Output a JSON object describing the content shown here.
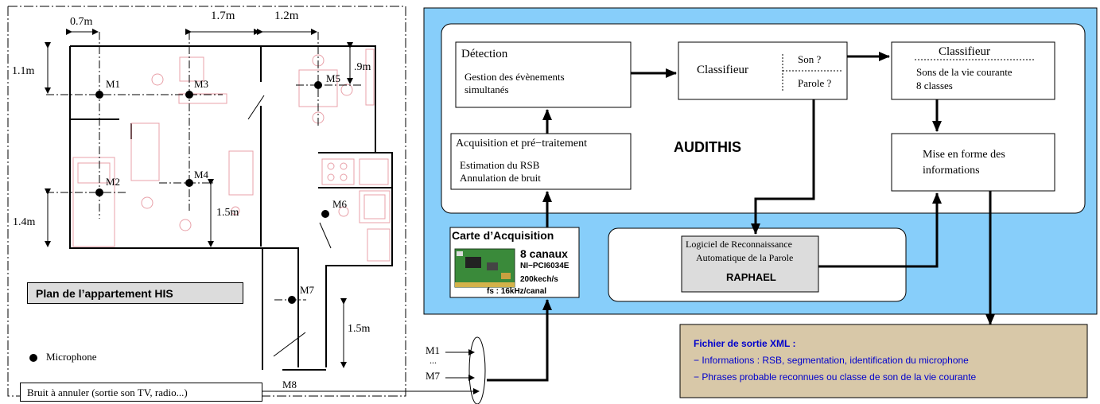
{
  "plan": {
    "title": "Plan de l’appartement HIS",
    "dimensions": [
      "0.7m",
      "1.7m",
      "1.2m",
      "1.1m",
      ".9m",
      "1.4m",
      "1.5m",
      "1.5m"
    ],
    "microphones": [
      "M1",
      "M2",
      "M3",
      "M4",
      "M5",
      "M6",
      "M7"
    ],
    "legend_label": "Microphone"
  },
  "noise_box": {
    "text": "Bruit à annuler (sortie son TV, radio...)"
  },
  "inputs": {
    "m1": "M1",
    "dots": "...",
    "m7": "M7",
    "m8": "M8"
  },
  "card": {
    "title": "Carte d’Acquisition",
    "channels": "8 canaux",
    "model": "NI−PCI6034E",
    "rate": "200kech/s",
    "fs": "fs : 16kHz/canal"
  },
  "system": {
    "name": "AUDITHIS",
    "colors": {
      "panel": "#87cefa",
      "xml_box": "#d8c8a8",
      "xml_title": "#0000cc",
      "plan_outline": "#e8a0a8"
    },
    "acquisition": {
      "title": "Acquisition et pré−traitement",
      "line1": "Estimation du RSB",
      "line2": "Annulation de bruit"
    },
    "detection": {
      "title": "Détection",
      "line1": "Gestion des évènements",
      "line2": "simultanés"
    },
    "classifier1": {
      "title": "Classifieur",
      "son": "Son ?",
      "parole": "Parole ?"
    },
    "classifier2": {
      "title": "Classifieur",
      "line1": "Sons de la vie courante",
      "line2": "8 classes"
    },
    "formatting": {
      "line1": "Mise en forme des",
      "line2": "informations"
    },
    "raphael": {
      "line1": "Logiciel de Reconnaissance",
      "line2": "Automatique de la Parole",
      "name": "RAPHAEL"
    }
  },
  "xml_output": {
    "title": "Fichier de sortie XML :",
    "items": [
      "− Informations : RSB, segmentation, identification du microphone",
      "− Phrases probable reconnues ou classe de son de la vie courante"
    ]
  }
}
